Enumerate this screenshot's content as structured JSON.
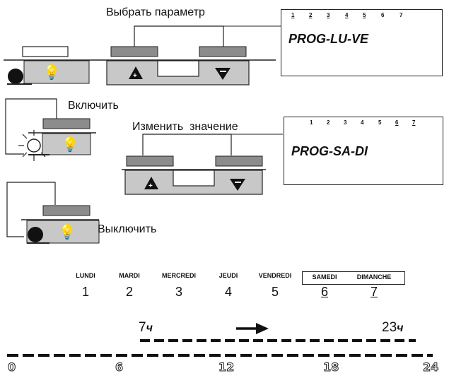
{
  "labels": {
    "select_param": "Выбрать параметр",
    "turn_on": "Включить",
    "change_value": "Изменить  значение",
    "turn_off": "Выключить"
  },
  "displays": {
    "top": {
      "numbers": [
        "1",
        "2",
        "3",
        "4",
        "5",
        "6",
        "7"
      ],
      "underlined": [
        1,
        2,
        3,
        4,
        5
      ],
      "program": "PROG-LU-VE"
    },
    "bottom": {
      "numbers": [
        "1",
        "2",
        "3",
        "4",
        "5",
        "6",
        "7"
      ],
      "underlined": [
        6,
        7
      ],
      "program": "PROG-SA-DI"
    }
  },
  "days": [
    {
      "name": "LUNDI",
      "num": "1"
    },
    {
      "name": "MARDI",
      "num": "2"
    },
    {
      "name": "MERCREDI",
      "num": "3"
    },
    {
      "name": "JEUDI",
      "num": "4"
    },
    {
      "name": "VENDREDI",
      "num": "5"
    },
    {
      "name": "SAMEDI",
      "num": "6"
    },
    {
      "name": "DIMANCHE",
      "num": "7"
    }
  ],
  "timeline": {
    "start_label": "7",
    "end_label": "23",
    "hour_unit": "ч",
    "ticks": [
      "0",
      "6",
      "12",
      "18",
      "24"
    ]
  },
  "colors": {
    "button_gray": "#8c8c8c",
    "panel_gray": "#c8c8c8",
    "line": "#222222"
  }
}
